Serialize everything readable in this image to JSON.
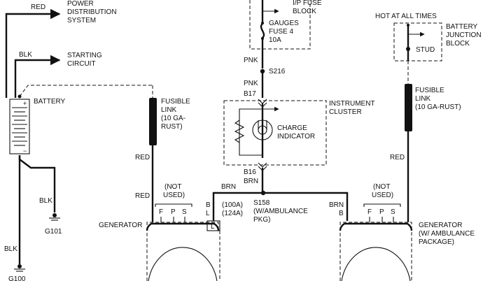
{
  "labels": {
    "red_top": "RED",
    "power_dist": [
      "POWER",
      "DISTRIBUTION",
      "SYSTEM"
    ],
    "blk_top": "BLK",
    "starting_circuit": [
      "STARTING",
      "CIRCUIT"
    ],
    "battery": "BATTERY",
    "blk_mid": "BLK",
    "g101": "G101",
    "blk_low": "BLK",
    "g100": "G100",
    "ip_fuse_block": [
      "I/P FUSE",
      "BLOCK"
    ],
    "gauges_fuse": [
      "GAUGES",
      "FUSE 4",
      "10A"
    ],
    "pnk_upper": "PNK",
    "s216": "S216",
    "pnk_lower": "PNK",
    "b17": "B17",
    "instrument_cluster": [
      "INSTRUMENT",
      "CLUSTER"
    ],
    "charge_indicator": [
      "CHARGE",
      "INDICATOR"
    ],
    "b16": "B16",
    "brn_center": "BRN",
    "brn_left": "BRN",
    "brn_right": "BRN",
    "s158": [
      "S158",
      "(W/AMBULANCE",
      "PKG)"
    ],
    "amp_100": "(100A)",
    "amp_124": "(124A)",
    "term_b_left": "B",
    "term_l_left": "L",
    "term_l_box": "L",
    "term_b_right": "B",
    "fusible_link_left": [
      "FUSIBLE",
      "LINK",
      "(10 GA-",
      "RUST)"
    ],
    "red_left_1": "RED",
    "red_left_2": "RED",
    "not_used_left": [
      "(NOT",
      "USED)"
    ],
    "fps_left": [
      "F",
      "P",
      "S"
    ],
    "generator_left": "GENERATOR",
    "hot_at_all_times": "HOT AT ALL TIMES",
    "battery_junction": [
      "BATTERY",
      "JUNCTION",
      "BLOCK"
    ],
    "stud": "STUD",
    "fusible_link_right": [
      "FUSIBLE",
      "LINK",
      "(10 GA-RUST)"
    ],
    "red_right": "RED",
    "not_used_right": [
      "(NOT",
      "USED)"
    ],
    "fps_right": [
      "F",
      "P",
      "S"
    ],
    "generator_right": [
      "GENERATOR",
      "(W/ AMBULANCE",
      "PACKAGE)"
    ]
  }
}
